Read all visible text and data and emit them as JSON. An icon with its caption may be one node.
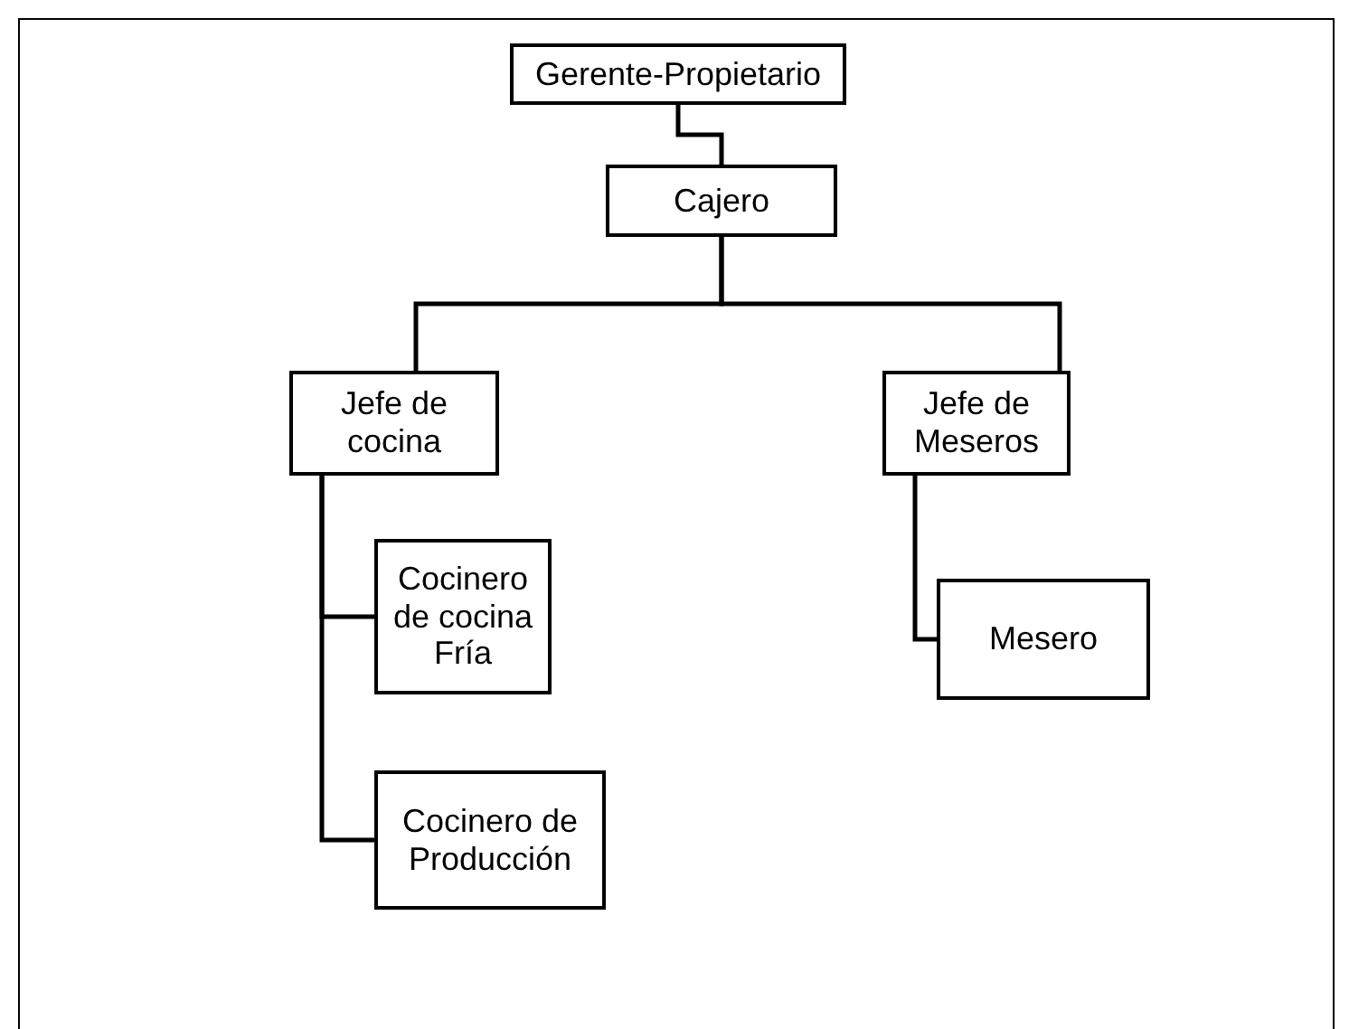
{
  "diagram": {
    "nodes": [
      {
        "text": [
          "Gerente-Propietario"
        ]
      },
      {
        "text": [
          "Cajero"
        ]
      },
      {
        "text": [
          "Jefe de cocina"
        ]
      },
      {
        "text": [
          "Jefe de Meseros"
        ]
      },
      {
        "text": [
          "Cocinero de cocina Fría"
        ]
      },
      {
        "text": [
          "Cocinero de Producción"
        ]
      },
      {
        "text": [
          "Mesero"
        ]
      }
    ],
    "edges": [
      {
        "from": 0,
        "to": 1,
        "arrow": "none"
      },
      {
        "from": 1,
        "to": 2,
        "arrow": "none"
      },
      {
        "from": 1,
        "to": 3,
        "arrow": "none"
      },
      {
        "from": 2,
        "to": 4,
        "arrow": "none"
      },
      {
        "from": 2,
        "to": 5,
        "arrow": "none"
      },
      {
        "from": 3,
        "to": 6,
        "arrow": "none"
      }
    ]
  }
}
